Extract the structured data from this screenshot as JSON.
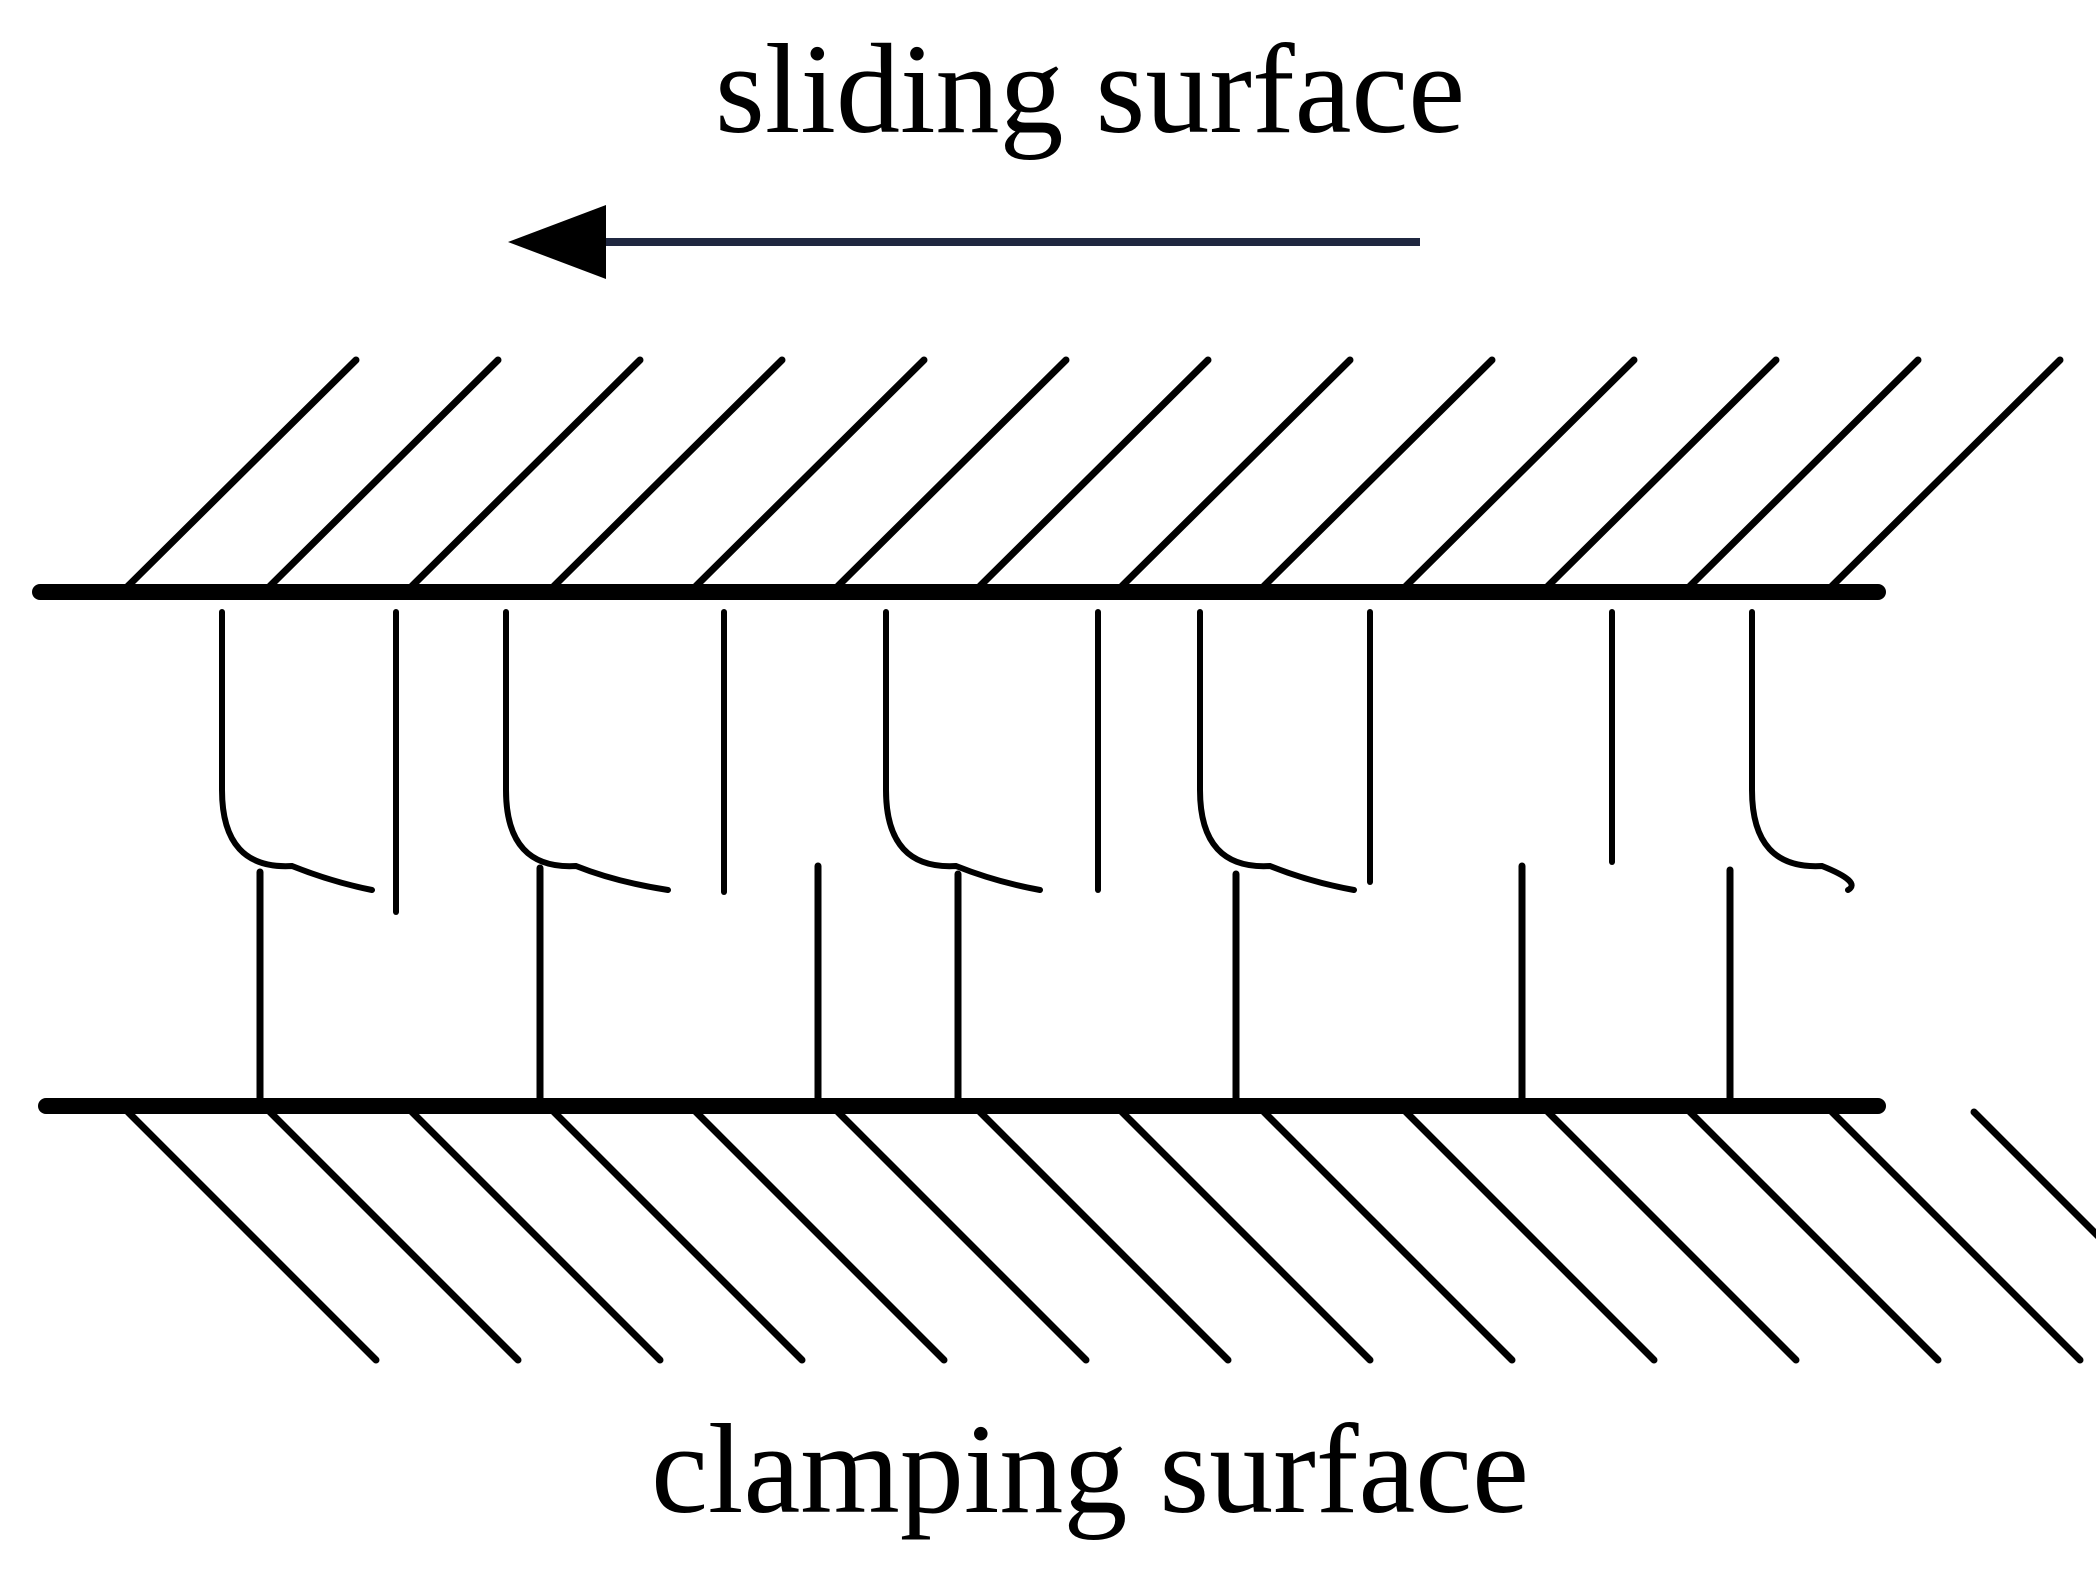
{
  "labels": {
    "top": "sliding surface",
    "bottom": "clamping surface"
  },
  "arrow": {
    "direction": "left",
    "color": "#1f2740"
  },
  "colors": {
    "line": "#000000",
    "background": "#ffffff"
  }
}
